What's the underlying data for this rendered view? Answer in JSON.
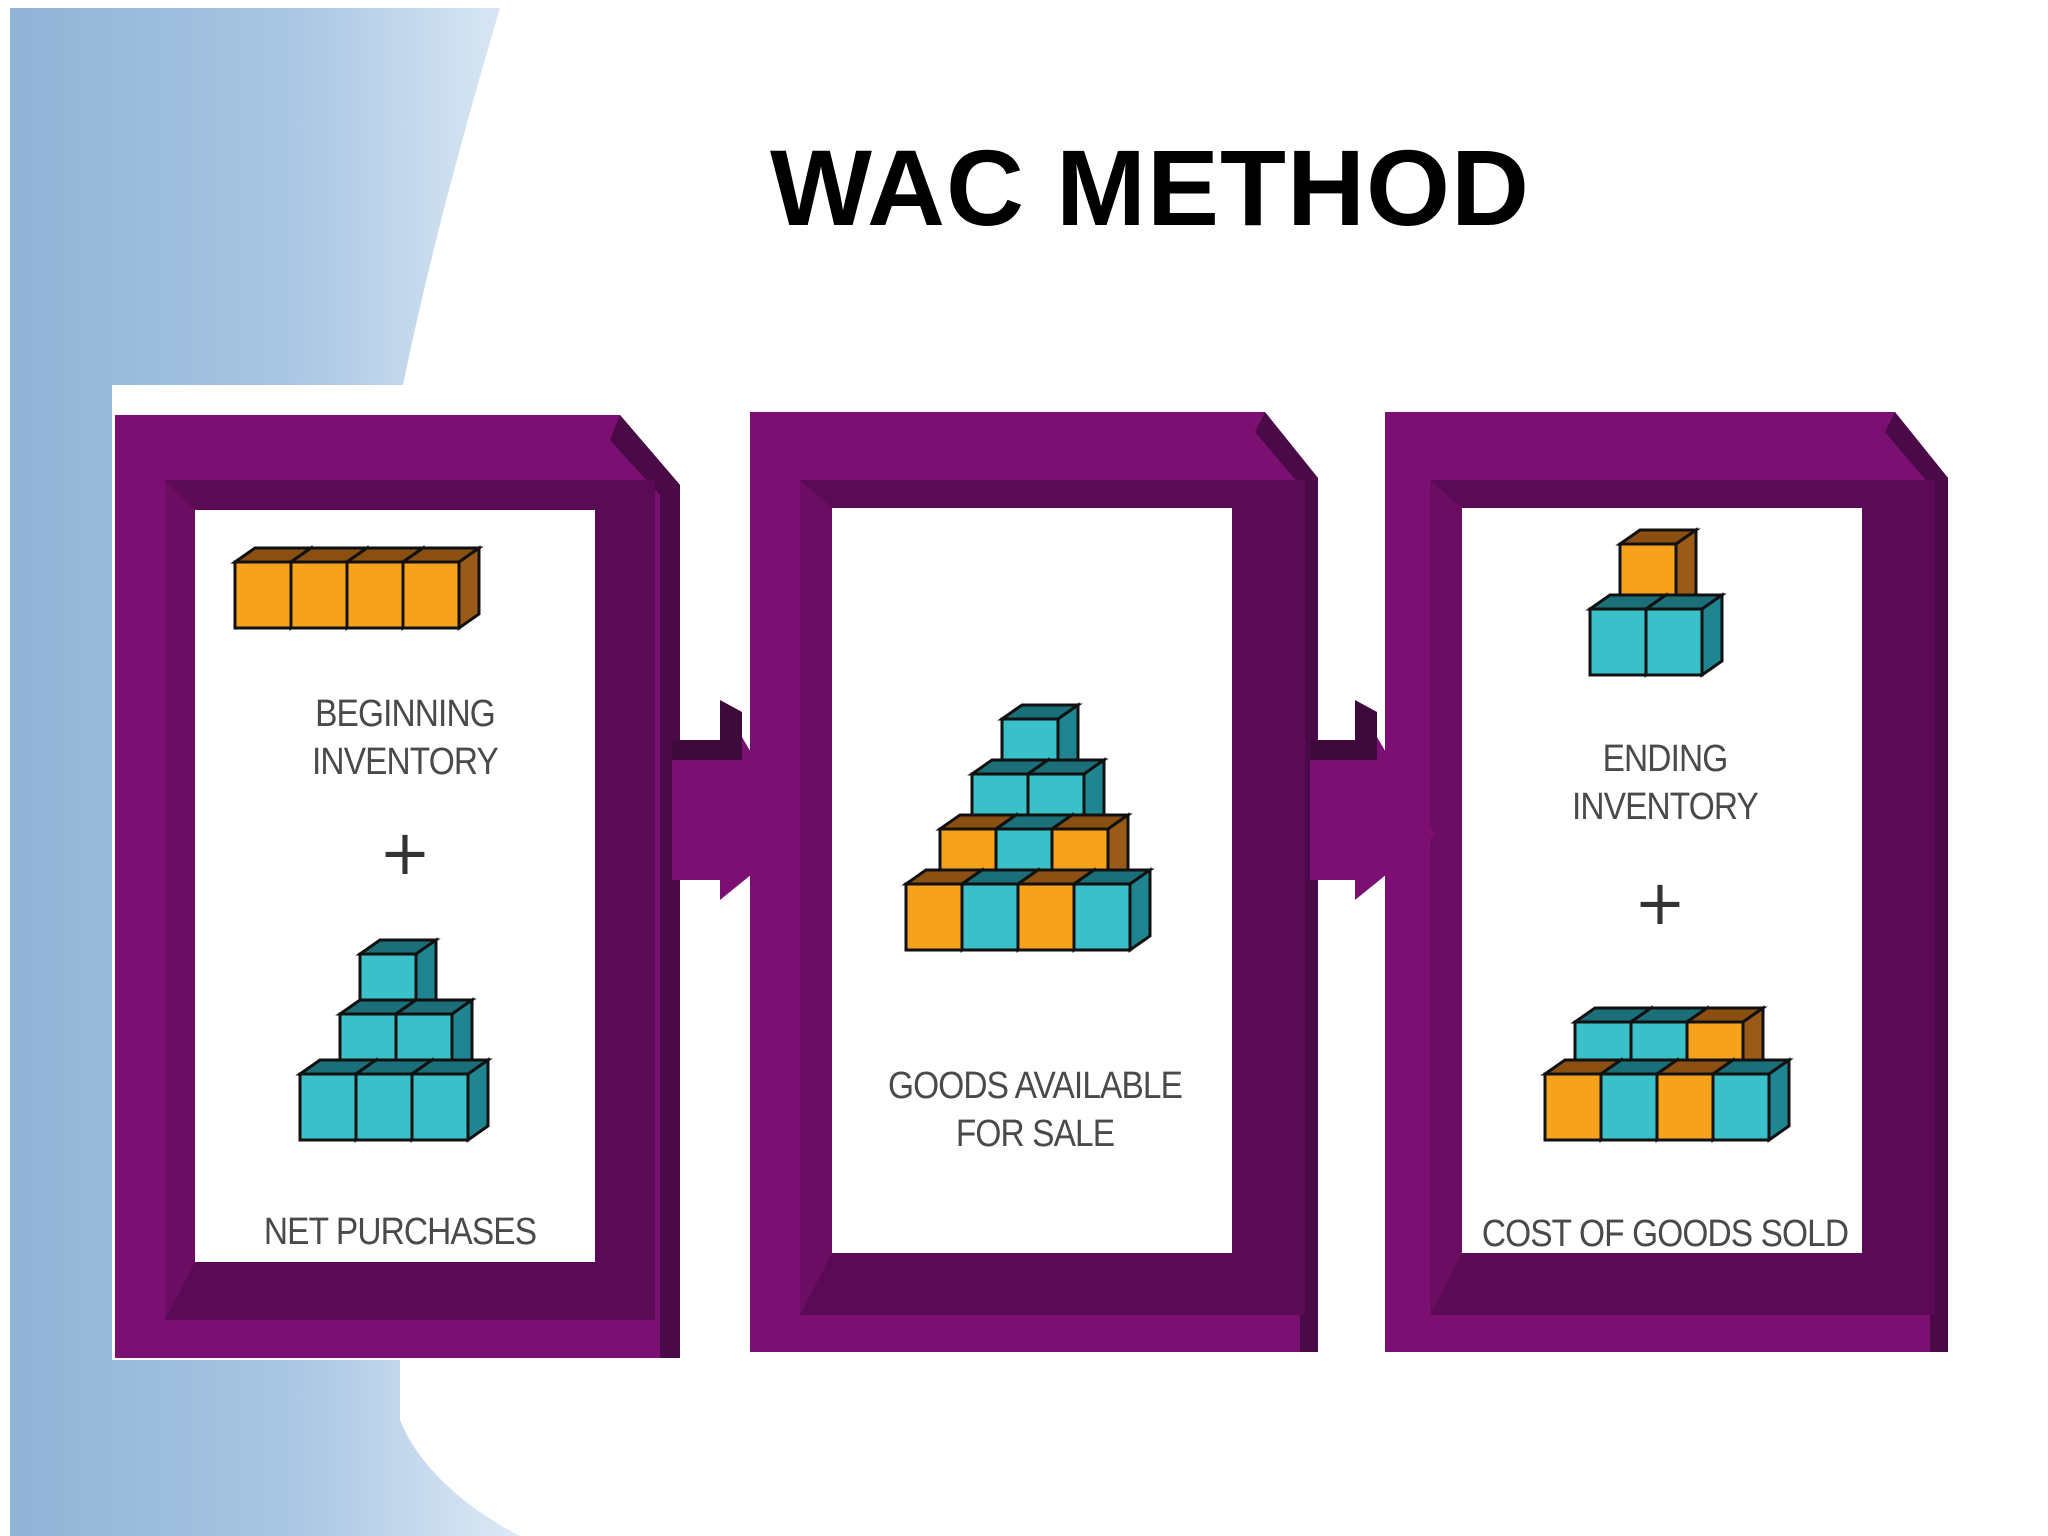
{
  "title": "WAC METHOD",
  "panels": [
    {
      "top_label_line1": "BEGINNING",
      "top_label_line2": "INVENTORY",
      "operator": "+",
      "bottom_label": "NET PURCHASES"
    },
    {
      "label_line1": "GOODS AVAILABLE",
      "label_line2": "FOR SALE"
    },
    {
      "top_label_line1": "ENDING",
      "top_label_line2": "INVENTORY",
      "operator": "+",
      "bottom_label": "COST OF GOODS SOLD"
    }
  ],
  "colors": {
    "frame_purple": "#7b0f72",
    "frame_dark": "#4a0a48",
    "orange_block": "#f7a21b",
    "orange_side": "#b36a1c",
    "teal_block": "#39c0c8",
    "teal_side": "#1f8590",
    "background_accent": "#8fb3d6"
  }
}
